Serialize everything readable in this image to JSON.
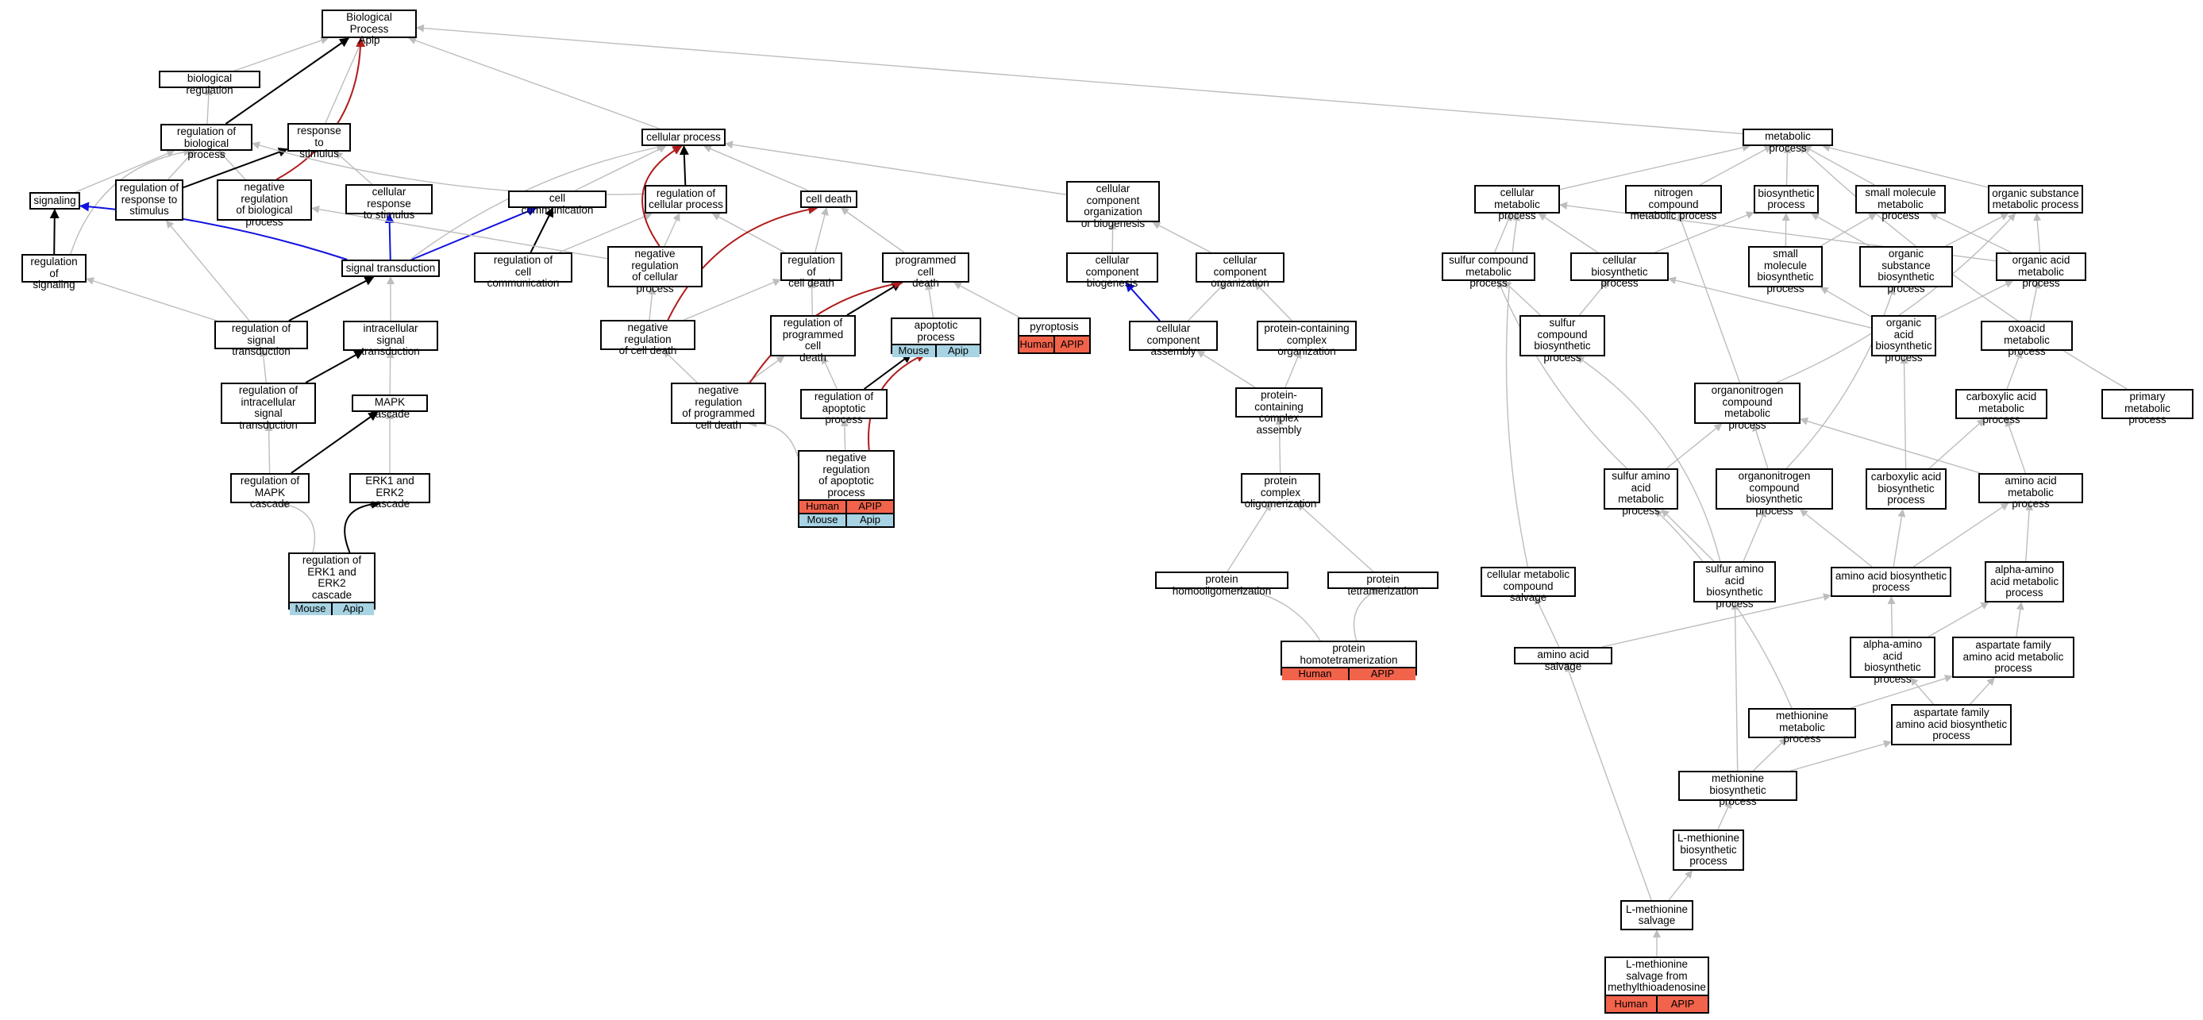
{
  "title": "Biological Process\nApip",
  "colors": {
    "gray": "#bdbdbd",
    "black": "#000000",
    "red": "#b01c1c",
    "blue": "#1010e0",
    "human": "#f2634b",
    "mouse": "#a7d3e3"
  },
  "nodes": {
    "bp": {
      "label": "Biological Process\nApip"
    },
    "bioreg": {
      "label": "biological regulation"
    },
    "regbp": {
      "label": "regulation of\nbiological process"
    },
    "resp": {
      "label": "response to\nstimulus"
    },
    "signaling": {
      "label": "signaling"
    },
    "regresp": {
      "label": "regulation of\nresponse to\nstimulus"
    },
    "negregbp": {
      "label": "negative regulation\nof biological\nprocess"
    },
    "cellresp": {
      "label": "cellular response\nto stimulus"
    },
    "regsig": {
      "label": "regulation of\nsignaling"
    },
    "sigtrans": {
      "label": "signal transduction"
    },
    "regsigtrans": {
      "label": "regulation of\nsignal transduction"
    },
    "intrasig": {
      "label": "intracellular\nsignal transduction"
    },
    "regintrasig": {
      "label": "regulation of\nintracellular\nsignal transduction"
    },
    "mapk": {
      "label": "MAPK cascade"
    },
    "regmapk": {
      "label": "regulation of\nMAPK cascade"
    },
    "erk": {
      "label": "ERK1 and ERK2\ncascade"
    },
    "regerk": {
      "label": "regulation of\nERK1 and ERK2\ncascade",
      "ann": "mouse",
      "a1": "Mouse",
      "a2": "Apip"
    },
    "cellproc": {
      "label": "cellular process"
    },
    "cellcomm": {
      "label": "cell communication"
    },
    "regcellproc": {
      "label": "regulation of\ncellular process"
    },
    "regcellcomm": {
      "label": "regulation of\ncell communication"
    },
    "negregcellproc": {
      "label": "negative regulation\nof cellular\nprocess"
    },
    "celldeath": {
      "label": "cell death"
    },
    "regcelldeath": {
      "label": "regulation of\ncell death"
    },
    "pcd": {
      "label": "programmed cell\ndeath"
    },
    "negregcelldeath": {
      "label": "negative regulation\nof cell death"
    },
    "regpcd": {
      "label": "regulation of\nprogrammed cell\ndeath"
    },
    "apop": {
      "label": "apoptotic process",
      "ann": "mouse",
      "a1": "Mouse",
      "a2": "Apip"
    },
    "pyro": {
      "label": "pyroptosis",
      "ann": "human",
      "a1": "Human",
      "a2": "APIP"
    },
    "negregpcd": {
      "label": "negative regulation\nof programmed\ncell death"
    },
    "regapop": {
      "label": "regulation of\napoptotic process"
    },
    "negregapop": {
      "label": "negative regulation\nof apoptotic\nprocess",
      "ann": "human",
      "a1": "Human",
      "a2": "APIP",
      "ann2": "mouse",
      "b1": "Mouse",
      "b2": "Apip"
    },
    "ccob": {
      "label": "cellular component\norganization\nor biogenesis"
    },
    "ccbio": {
      "label": "cellular component\nbiogenesis"
    },
    "ccorg": {
      "label": "cellular component\norganization"
    },
    "ccasm": {
      "label": "cellular component\nassembly"
    },
    "pcco": {
      "label": "protein-containing\ncomplex organization"
    },
    "pcca": {
      "label": "protein-containing\ncomplex assembly"
    },
    "pco": {
      "label": "protein complex\noligomerization"
    },
    "phomo": {
      "label": "protein homooligomerization"
    },
    "ptetra": {
      "label": "protein tetramerization"
    },
    "phomotetra": {
      "label": "protein homotetramerization",
      "ann": "human",
      "a1": "Human",
      "a2": "APIP"
    },
    "metab": {
      "label": "metabolic process"
    },
    "cellmet": {
      "label": "cellular metabolic\nprocess"
    },
    "nitro": {
      "label": "nitrogen compound\nmetabolic process"
    },
    "biosyn": {
      "label": "biosynthetic\nprocess"
    },
    "smallmol": {
      "label": "small molecule\nmetabolic process"
    },
    "orgsub": {
      "label": "organic substance\nmetabolic process"
    },
    "sulfcomp": {
      "label": "sulfur compound\nmetabolic process"
    },
    "cellbiosyn": {
      "label": "cellular biosynthetic\nprocess"
    },
    "smallmolbio": {
      "label": "small molecule\nbiosynthetic\nprocess"
    },
    "orgsubbio": {
      "label": "organic substance\nbiosynthetic\nprocess"
    },
    "orgacid": {
      "label": "organic acid\nmetabolic process"
    },
    "sulfcompbio": {
      "label": "sulfur compound\nbiosynthetic\nprocess"
    },
    "orgacidbio": {
      "label": "organic acid\nbiosynthetic\nprocess"
    },
    "oxoacid": {
      "label": "oxoacid metabolic\nprocess"
    },
    "organitro": {
      "label": "organonitrogen\ncompound metabolic\nprocess"
    },
    "carbox": {
      "label": "carboxylic acid\nmetabolic process"
    },
    "primary": {
      "label": "primary metabolic\nprocess"
    },
    "sulfamino": {
      "label": "sulfur amino\nacid metabolic\nprocess"
    },
    "organitrobio": {
      "label": "organonitrogen\ncompound biosynthetic\nprocess"
    },
    "carboxbio": {
      "label": "carboxylic acid\nbiosynthetic\nprocess"
    },
    "aminometab": {
      "label": "amino acid metabolic\nprocess"
    },
    "cellmetsalv": {
      "label": "cellular metabolic\ncompound salvage"
    },
    "sulfaminobio": {
      "label": "sulfur amino\nacid biosynthetic\nprocess"
    },
    "aminobio": {
      "label": "amino acid biosynthetic\nprocess"
    },
    "alphaamino": {
      "label": "alpha-amino\nacid metabolic\nprocess"
    },
    "aminosalv": {
      "label": "amino acid salvage"
    },
    "alphaaminobio": {
      "label": "alpha-amino\nacid biosynthetic\nprocess"
    },
    "aspfam": {
      "label": "aspartate family\namino acid metabolic\nprocess"
    },
    "methmet": {
      "label": "methionine metabolic\nprocess"
    },
    "aspfambio": {
      "label": "aspartate family\namino acid biosynthetic\nprocess"
    },
    "methbio": {
      "label": "methionine biosynthetic\nprocess"
    },
    "lmethbio": {
      "label": "L-methionine\nbiosynthetic\nprocess"
    },
    "lmethsalv": {
      "label": "L-methionine\nsalvage"
    },
    "lmethsalvmta": {
      "label": "L-methionine\nsalvage from\nmethylthioadenosine",
      "ann": "human",
      "a1": "Human",
      "a2": "APIP"
    }
  }
}
